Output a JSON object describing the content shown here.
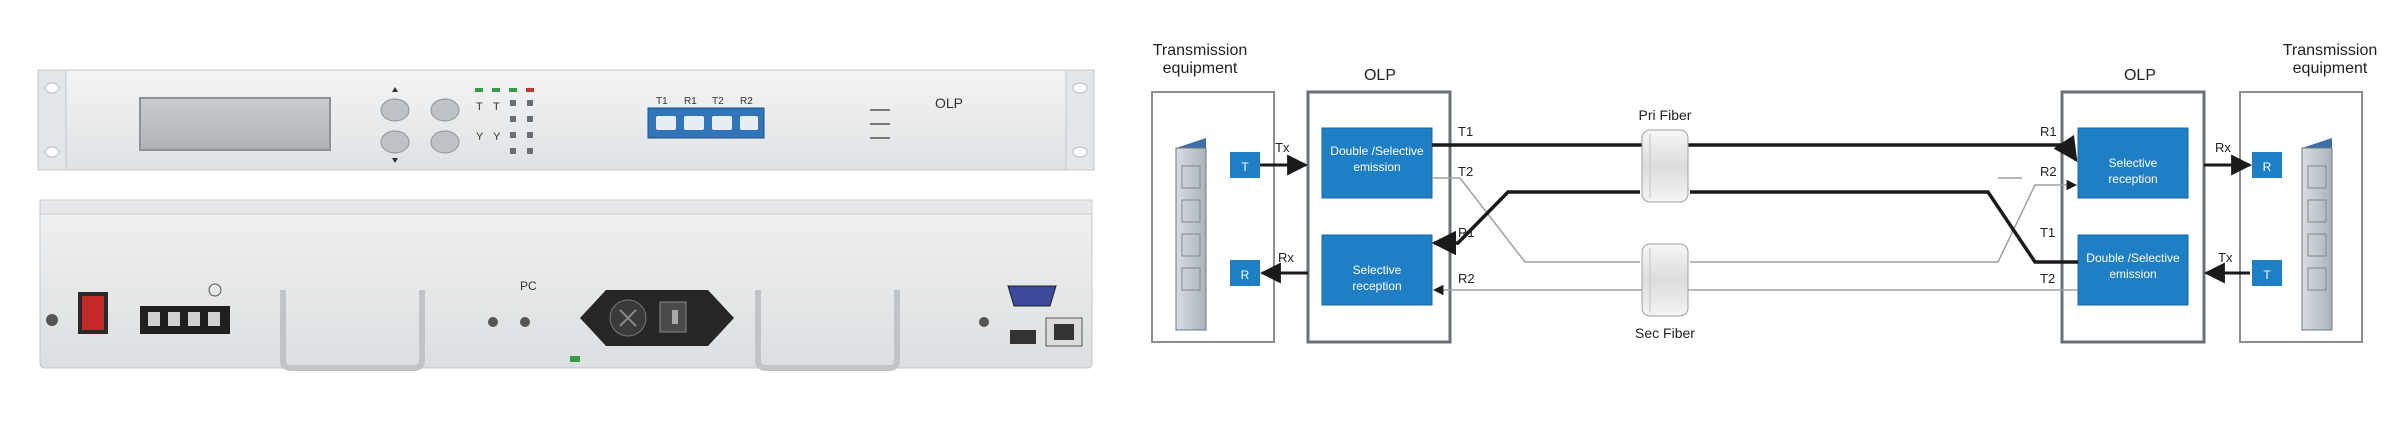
{
  "devices": {
    "front_panel": {
      "brand_label": "OLP",
      "port_labels": [
        "T1",
        "R1",
        "T2",
        "R2"
      ],
      "led_labels": [
        "T",
        "T",
        "Y",
        "Y"
      ]
    },
    "rear_panel": {
      "label": "PC"
    }
  },
  "diagram": {
    "left_equipment_title": "Transmission equipment",
    "right_equipment_title": "Transmission equipment",
    "left_olp_label": "OLP",
    "right_olp_label": "OLP",
    "left_tx_port": "T",
    "left_rx_port": "R",
    "right_rx_port": "R",
    "right_tx_port": "T",
    "left_tx_signal": "Tx",
    "left_rx_signal": "Rx",
    "right_rx_signal": "Rx",
    "right_tx_signal": "Tx",
    "left_sender_text": "Double /Selective emission",
    "left_receiver_text": "Selective reception",
    "right_receiver_text": "Selective reception",
    "right_sender_text": "Double /Selective emission",
    "port_t1": "T1",
    "port_t2": "T2",
    "port_r1": "R1",
    "port_r2": "R2",
    "port_r1_right": "R1",
    "port_r2_right": "R2",
    "port_t1_right": "T1",
    "port_t2_right": "T2",
    "primary_fiber_label": "Pri  Fiber",
    "secondary_fiber_label": "Sec  Fiber"
  },
  "colors": {
    "box_blue": "#1e7fc4",
    "box_border": "#1565a8",
    "device_gray": "#e9ebed",
    "line_dark": "#1a1a1a"
  }
}
